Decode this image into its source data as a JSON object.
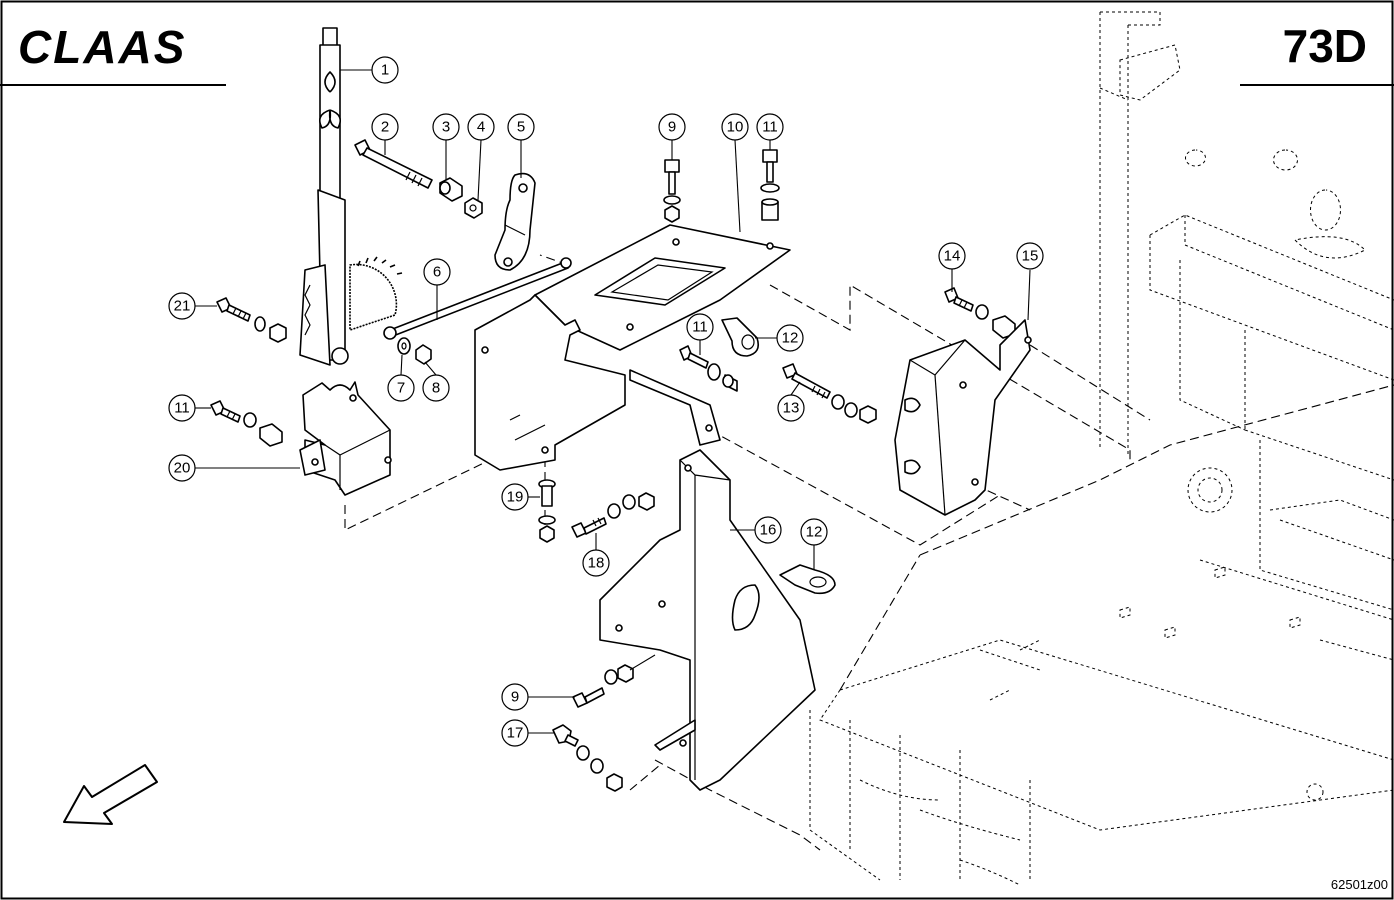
{
  "header": {
    "brand": "CLAAS",
    "page_id": "73D"
  },
  "footer": {
    "drawing_code": "62501z00"
  },
  "callouts": [
    {
      "id": "c1",
      "label": "1"
    },
    {
      "id": "c2",
      "label": "2"
    },
    {
      "id": "c3",
      "label": "3"
    },
    {
      "id": "c4",
      "label": "4"
    },
    {
      "id": "c5",
      "label": "5"
    },
    {
      "id": "c6",
      "label": "6"
    },
    {
      "id": "c7",
      "label": "7"
    },
    {
      "id": "c8",
      "label": "8"
    },
    {
      "id": "c9a",
      "label": "9"
    },
    {
      "id": "c9b",
      "label": "9"
    },
    {
      "id": "c10",
      "label": "10"
    },
    {
      "id": "c11a",
      "label": "11"
    },
    {
      "id": "c11b",
      "label": "11"
    },
    {
      "id": "c11c",
      "label": "11"
    },
    {
      "id": "c12a",
      "label": "12"
    },
    {
      "id": "c12b",
      "label": "12"
    },
    {
      "id": "c13",
      "label": "13"
    },
    {
      "id": "c14",
      "label": "14"
    },
    {
      "id": "c15",
      "label": "15"
    },
    {
      "id": "c16",
      "label": "16"
    },
    {
      "id": "c17",
      "label": "17"
    },
    {
      "id": "c18",
      "label": "18"
    },
    {
      "id": "c19",
      "label": "19"
    },
    {
      "id": "c20",
      "label": "20"
    },
    {
      "id": "c21",
      "label": "21"
    }
  ],
  "icons": {
    "direction_arrow": "arrow-down-left-icon"
  }
}
